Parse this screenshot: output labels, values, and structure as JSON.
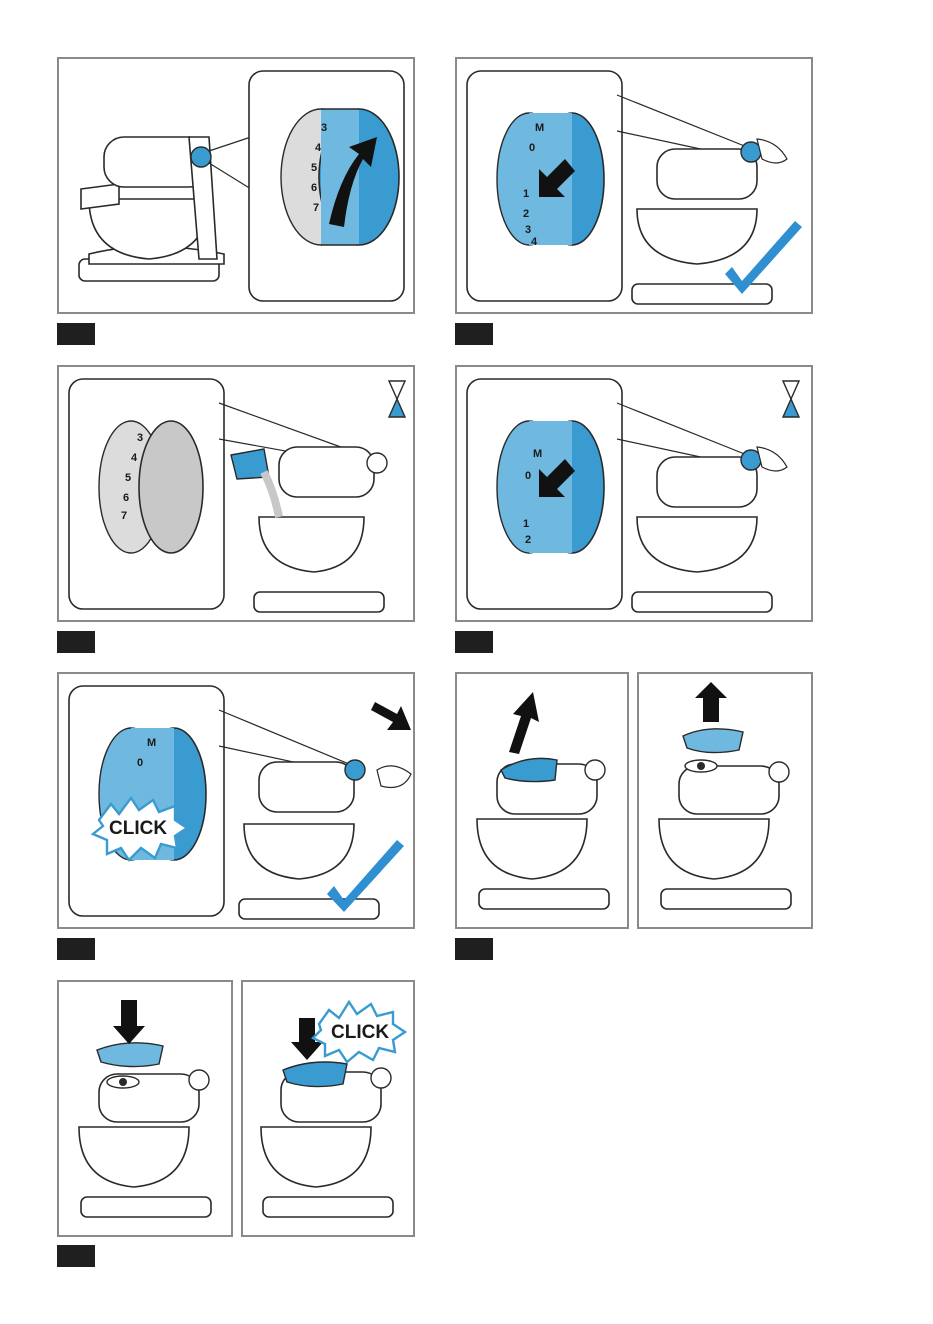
{
  "dial_marks": {
    "panel1": [
      "3",
      "4",
      "5",
      "6",
      "7"
    ],
    "panel2": [
      "M",
      "0",
      "1",
      "2",
      "3",
      "4"
    ],
    "panel3": [
      "3",
      "4",
      "5",
      "6",
      "7"
    ],
    "panel4": [
      "M",
      "0",
      "1",
      "2"
    ],
    "panel5": [
      "M",
      "0"
    ]
  },
  "click_labels": {
    "panel5": "CLICK",
    "panel8": "CLICK"
  },
  "colors": {
    "dial_blue": "#3a9bd0",
    "dial_blue_light": "#6fb8e0",
    "check_blue": "#2f8fd0",
    "outline": "#2a2a2a",
    "frame": "#8a8a8a",
    "tag": "#1f1f1f"
  },
  "icons": [
    "arrow-icon",
    "check-icon",
    "hourglass-icon",
    "click-burst-icon",
    "hand-icon"
  ]
}
